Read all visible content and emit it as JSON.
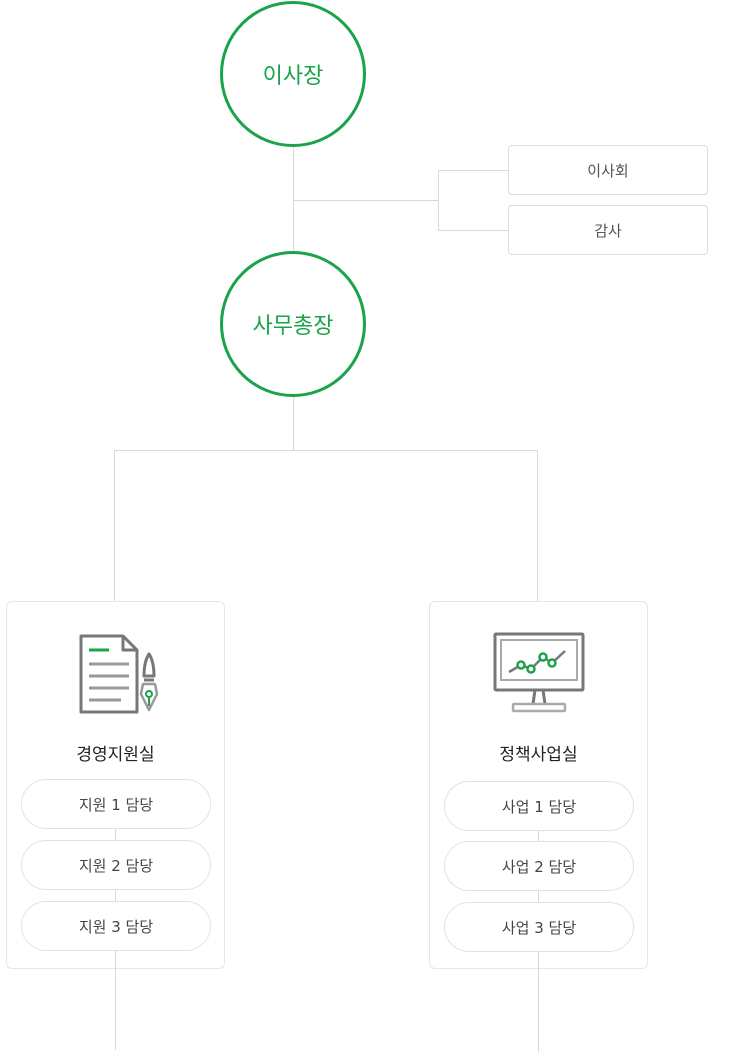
{
  "chairman": {
    "label": "이사장"
  },
  "secretary_general": {
    "label": "사무총장"
  },
  "side_units": [
    {
      "label": "이사회"
    },
    {
      "label": "감사"
    }
  ],
  "departments": [
    {
      "title": "경영지원실",
      "icon": "document-pen-icon",
      "teams": [
        "지원 1 담당",
        "지원 2 담당",
        "지원 3 담당"
      ]
    },
    {
      "title": "정책사업실",
      "icon": "monitor-chart-icon",
      "teams": [
        "사업 1 담당",
        "사업 2 담당",
        "사업 3 담당"
      ]
    }
  ],
  "colors": {
    "accent": "#1aa34a",
    "line": "#d9d9d9",
    "border": "#e2e2e2"
  }
}
